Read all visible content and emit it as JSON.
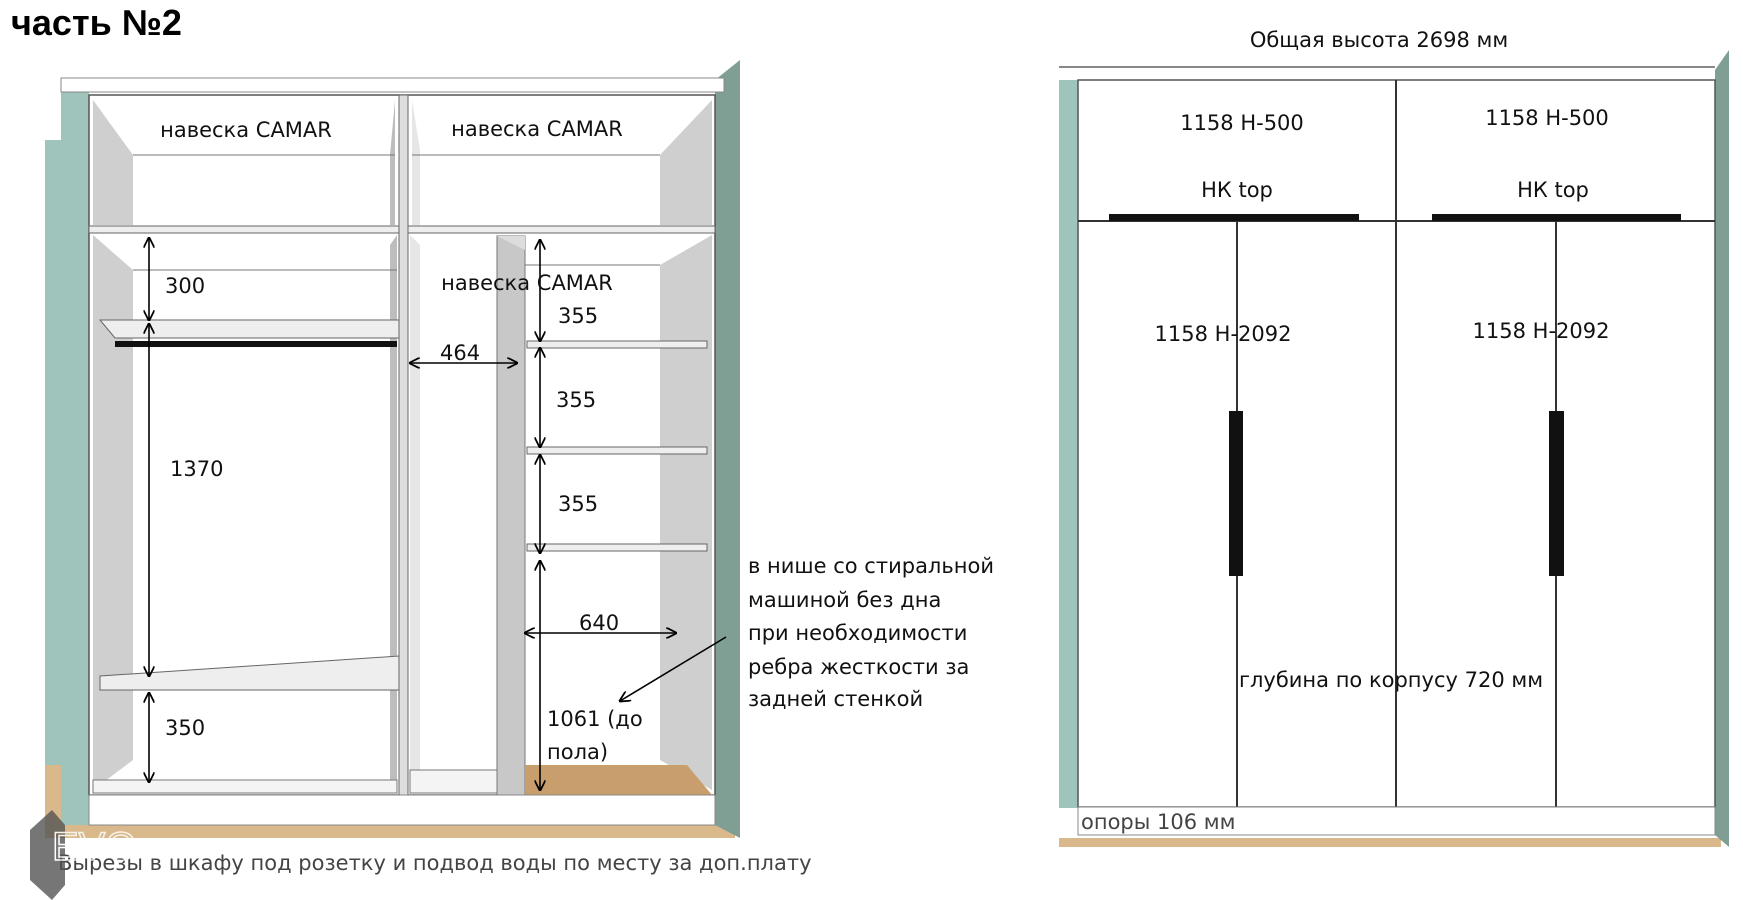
{
  "title": "часть №2",
  "left_view": {
    "labels": {
      "hanger_top_left": "навеска CAMAR",
      "hanger_top_right": "навеска CAMAR",
      "hanger_middle": "навеска CAMAR"
    },
    "dimensions": {
      "d300": "300",
      "d1370": "1370",
      "d350": "350",
      "d464": "464",
      "d355_1": "355",
      "d355_2": "355",
      "d355_3": "355",
      "d640": "640",
      "d1061_line1": "1061 (до",
      "d1061_line2": "пола)"
    },
    "note_lines": [
      "в нише со стиральной",
      "машиной без дна",
      "при необходимости",
      "ребра жесткости за",
      "задней стенкой"
    ],
    "caption": "Вырезы в шкафу под розетку и подвод воды по месту за доп.плату",
    "watermark": "EVO"
  },
  "right_view": {
    "total_height": "Общая высота 2698 мм",
    "top_left_size": "1158 Н-500",
    "top_right_size": "1158 Н-500",
    "top_left_fitting": "НК top",
    "top_right_fitting": "НК top",
    "bottom_left_size": "1158 Н-2092",
    "bottom_right_size": "1158 Н-2092",
    "depth": "глубина по корпусу 720 мм",
    "supports": "опоры 106 мм"
  },
  "colors": {
    "wall_light": "#9fc4bc",
    "wall_dark": "#7f9e94",
    "floor": "#d9b98c",
    "panel_gray": "#cfcfcf"
  }
}
